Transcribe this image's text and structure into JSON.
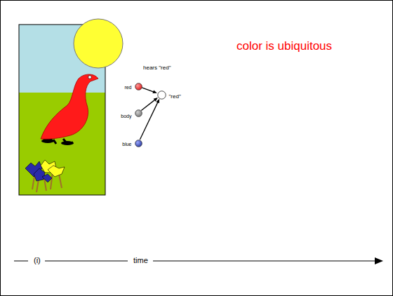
{
  "diagram": {
    "title": "color is ubiquitous",
    "nodes": [
      {
        "text": [
          "red"
        ]
      },
      {
        "text": [
          "body"
        ]
      },
      {
        "text": [
          "blue"
        ]
      },
      {
        "text": [
          "\"red\""
        ]
      }
    ],
    "edges": [
      {
        "from": 0,
        "to": 3,
        "arrow": "to"
      },
      {
        "from": 1,
        "to": 3,
        "arrow": "to"
      },
      {
        "from": 2,
        "to": 3,
        "arrow": "to"
      }
    ],
    "labels": [
      "hears \"red\"",
      "(i)",
      "time"
    ]
  }
}
